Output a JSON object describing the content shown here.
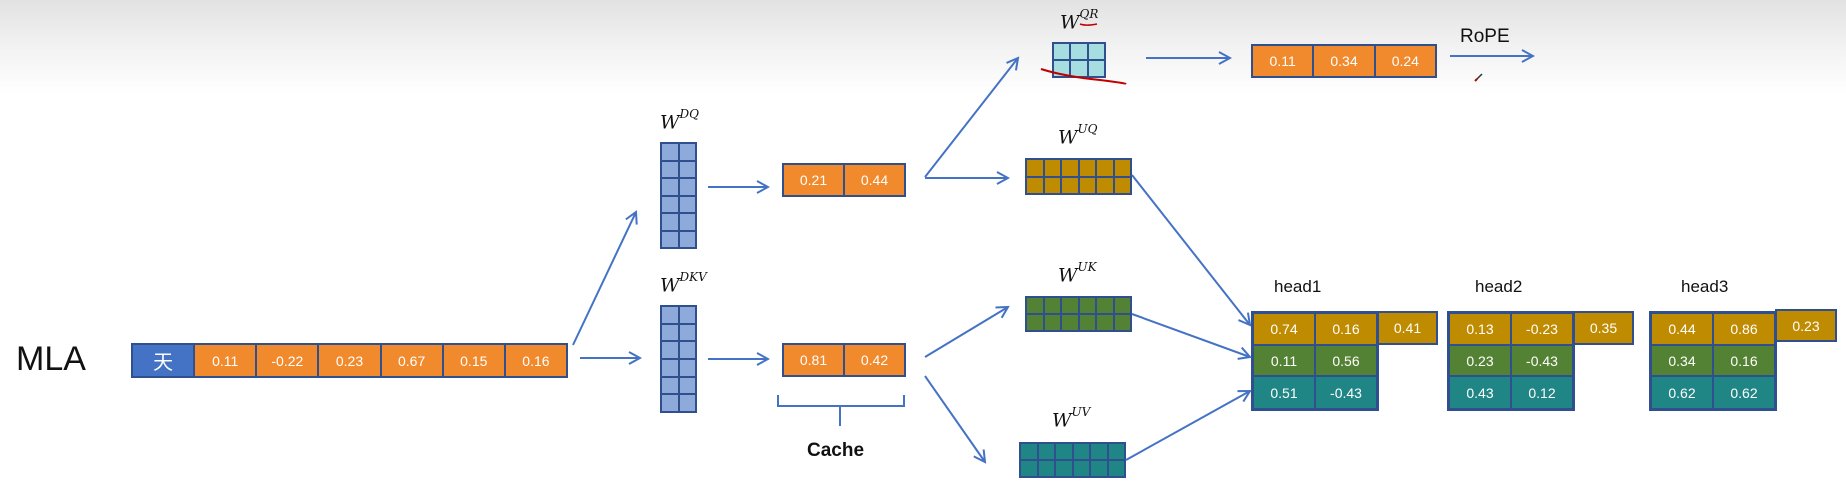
{
  "title": "MLA",
  "token": {
    "char": "天",
    "values": [
      "0.11",
      "-0.22",
      "0.23",
      "0.67",
      "0.15",
      "0.16"
    ]
  },
  "weights": {
    "dq": {
      "base": "W",
      "sup": "DQ"
    },
    "dkv": {
      "base": "W",
      "sup": "DKV"
    },
    "qr": {
      "base": "W",
      "sup": "QR"
    },
    "uq": {
      "base": "W",
      "sup": "UQ"
    },
    "uk": {
      "base": "W",
      "sup": "UK"
    },
    "uv": {
      "base": "W",
      "sup": "UV"
    }
  },
  "latent_q": [
    "0.21",
    "0.44"
  ],
  "latent_kv": [
    "0.81",
    "0.42"
  ],
  "rope_vector": [
    "0.11",
    "0.34",
    "0.24"
  ],
  "rope_label": "RoPE",
  "cache_label": "Cache",
  "heads": [
    {
      "label": "head1",
      "q": [
        "0.74",
        "0.16"
      ],
      "rope": "0.41",
      "k": [
        "0.11",
        "0.56"
      ],
      "v": [
        "0.51",
        "-0.43"
      ]
    },
    {
      "label": "head2",
      "q": [
        "0.13",
        "-0.23"
      ],
      "rope": "0.35",
      "k": [
        "0.23",
        "-0.43"
      ],
      "v": [
        "0.43",
        "0.12"
      ]
    },
    {
      "label": "head3",
      "q": [
        "0.44",
        "0.86"
      ],
      "rope": "0.23",
      "k": [
        "0.34",
        "0.16"
      ],
      "v": [
        "0.62",
        "0.62"
      ]
    }
  ],
  "colors": {
    "vector": "#f08a2c",
    "token": "#4472c4",
    "down_proj": "#8eaadb",
    "rope_proj": "#a6dde0",
    "query": "#bf8b00",
    "key": "#548235",
    "value": "#1f8585",
    "arrow": "#4472c4",
    "annotation": "#c00000"
  }
}
